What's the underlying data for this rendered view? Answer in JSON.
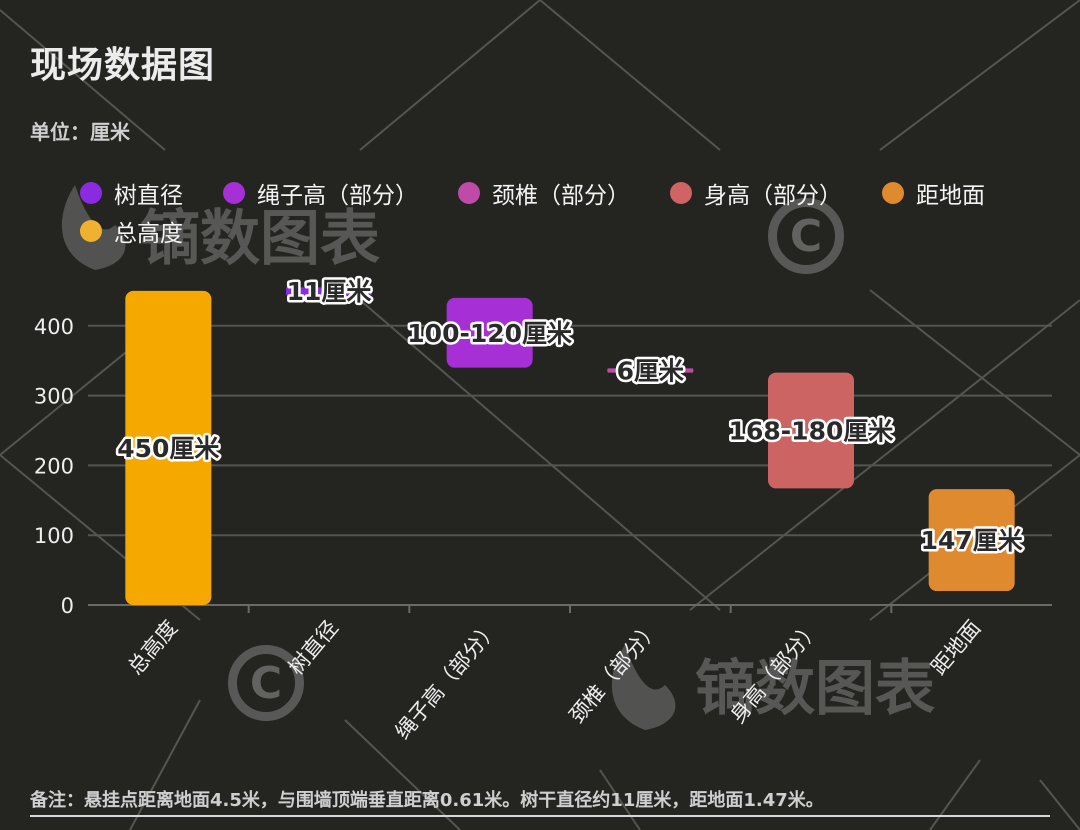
{
  "header": {
    "title": "现场数据图",
    "unit": "单位：厘米"
  },
  "legend": [
    {
      "label": "树直径",
      "color": "#8a2be2"
    },
    {
      "label": "绳子高（部分）",
      "color": "#a62fd6"
    },
    {
      "label": "颈椎（部分）",
      "color": "#c04aa8"
    },
    {
      "label": "身高（部分）",
      "color": "#d06464"
    },
    {
      "label": "距地面",
      "color": "#e08a2e"
    },
    {
      "label": "总高度",
      "color": "#f0b030"
    }
  ],
  "watermark": {
    "text": "镝数图表",
    "copyright_symbol": "C"
  },
  "footnote": "备注：悬挂点距离地面4.5米，与围墙顶端垂直距离0.61米。树干直径约11厘米，距地面1.47米。",
  "chart_data": {
    "type": "bar",
    "subtype": "floating-range",
    "title": "现场数据图",
    "ylabel": "单位：厘米",
    "xlabel": "",
    "ylim": [
      0,
      460
    ],
    "yticks": [
      0,
      100,
      200,
      300,
      400
    ],
    "grid": true,
    "legend_position": "top",
    "categories": [
      "总高度",
      "树直径",
      "绳子高（部分）",
      "颈椎（部分）",
      "身高（部分）",
      "距地面"
    ],
    "series": [
      {
        "name": "总高度",
        "color": "#f5a800",
        "ranges": [
          [
            0,
            450
          ]
        ],
        "label": "450厘米",
        "category": "总高度"
      },
      {
        "name": "树直径",
        "color": "#8a2be2",
        "ranges": [
          [
            444,
            455
          ]
        ],
        "label": "11厘米",
        "category": "树直径"
      },
      {
        "name": "绳子高（部分）",
        "color": "#a62fd6",
        "ranges": [
          [
            340,
            440
          ]
        ],
        "label": "100-120厘米",
        "category": "绳子高（部分）"
      },
      {
        "name": "颈椎（部分）",
        "color": "#c04aa8",
        "ranges": [
          [
            333,
            339
          ]
        ],
        "label": "6厘米",
        "category": "颈椎（部分）"
      },
      {
        "name": "身高（部分）",
        "color": "#cd6464",
        "ranges": [
          [
            167,
            333
          ]
        ],
        "label": "168-180厘米",
        "category": "身高（部分）"
      },
      {
        "name": "距地面",
        "color": "#e08a30",
        "ranges": [
          [
            20,
            166
          ]
        ],
        "label": "147厘米",
        "category": "距地面"
      }
    ],
    "annotations": [
      "450厘米",
      "11厘米",
      "100-120厘米",
      "6厘米",
      "168-180厘米",
      "147厘米"
    ]
  }
}
